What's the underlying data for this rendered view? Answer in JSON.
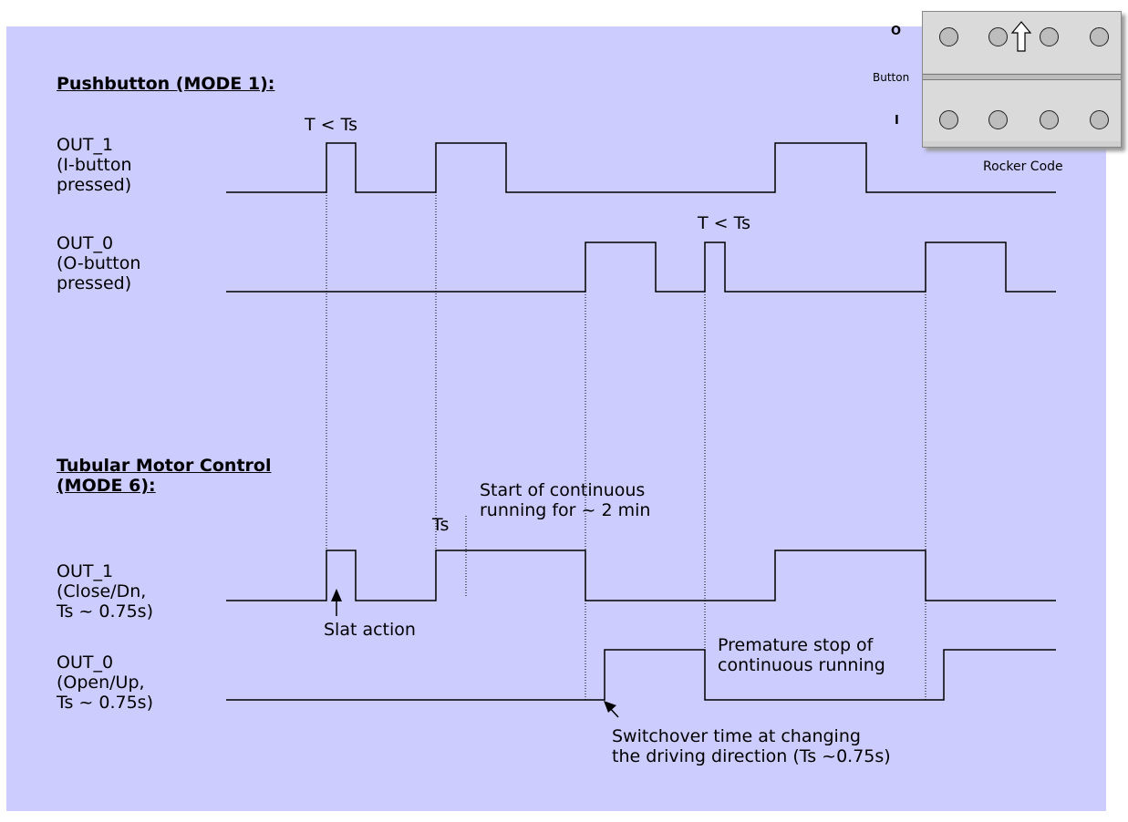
{
  "pushbutton": {
    "header": "Pushbutton (MODE 1):",
    "out1_label": "OUT_1\n(I-button\npressed)",
    "out0_label": "OUT_0\n(O-button\npressed)",
    "annotation_t_ts_1": "T < Ts",
    "annotation_t_ts_2": "T < Ts"
  },
  "tubular": {
    "header": "Tubular Motor Control\n(MODE 6):",
    "out1_label": "OUT_1\n(Close/Dn,\nTs ~ 0.75s)",
    "out0_label": "OUT_0\n(Open/Up,\nTs ~ 0.75s)",
    "annotation_ts": "Ts",
    "annotation_start": "Start of continuous\nrunning for ~ 2 min",
    "annotation_slat": "Slat action",
    "annotation_premature": "Premature stop of\ncontinuous running",
    "annotation_switchover": "Switchover time at changing\nthe driving direction (Ts ~0.75s)"
  },
  "rocker": {
    "o_label": "O",
    "i_label": "I",
    "button_label": "Button",
    "caption": "Rocker Code",
    "up_arrow_icon": "up-arrow-icon"
  },
  "colors": {
    "background_panel": "#ccccff",
    "line": "#000000",
    "rocker_body": "#d0d0d0"
  }
}
